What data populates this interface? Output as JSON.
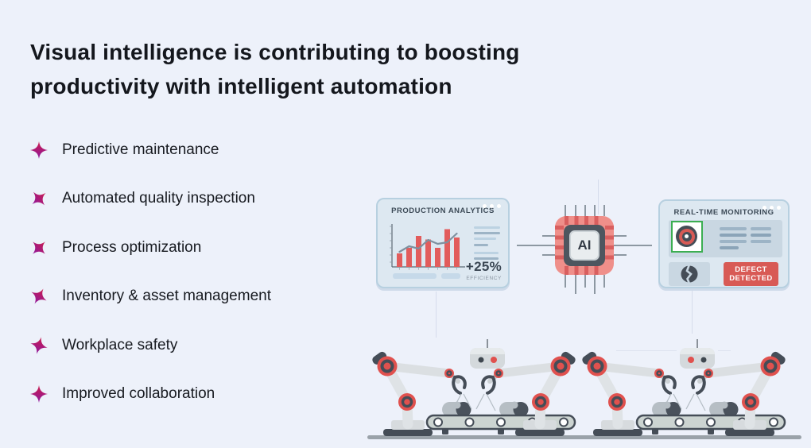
{
  "slide": {
    "background_color": "#edf1fa",
    "title": {
      "line1": "Visual intelligence is contributing to boosting",
      "line2": "productivity with intelligent automation"
    },
    "bullets": [
      {
        "label": "Predictive maintenance"
      },
      {
        "label": "Automated quality inspection"
      },
      {
        "label": "Process optimization"
      },
      {
        "label": "Inventory & asset management"
      },
      {
        "label": "Workplace safety"
      },
      {
        "label": "Improved collaboration"
      }
    ],
    "bullet_icon": {
      "name": "four-point-star-icon",
      "gradient_top": "#cb1c4c",
      "gradient_bottom": "#8d18a0"
    }
  },
  "illustration": {
    "analytics_panel": {
      "title": "PRODUCTION ANALYTICS",
      "efficiency_value": "+25%",
      "efficiency_label": "EFFICIENCY",
      "window_dots": 3,
      "chart_data": {
        "type": "bar",
        "bar_values": [
          34,
          48,
          78,
          69,
          48,
          95,
          74
        ],
        "line_values": [
          38,
          52,
          46,
          68,
          58,
          62,
          84
        ],
        "ylim": [
          0,
          100
        ],
        "bar_color": "#e25c5c",
        "line_color": "#7e909f",
        "axis_color": "#5d6a75"
      }
    },
    "ai_chip": {
      "label": "AI",
      "frame_color": "#ef8f8a",
      "core_color": "#4e565f"
    },
    "monitoring_panel": {
      "title": "REAL-TIME MONITORING",
      "window_dots": 3,
      "inspection_frame_color": "#3cae52",
      "alert": {
        "line1": "DEFECT",
        "line2": "DETECTED",
        "color": "#d85a55"
      }
    },
    "scene_icons": [
      "robotic-arm-icon",
      "conveyor-belt-icon",
      "vision-sensor-icon",
      "ai-chip-icon",
      "cracked-part-icon",
      "camera-lens-icon"
    ]
  }
}
